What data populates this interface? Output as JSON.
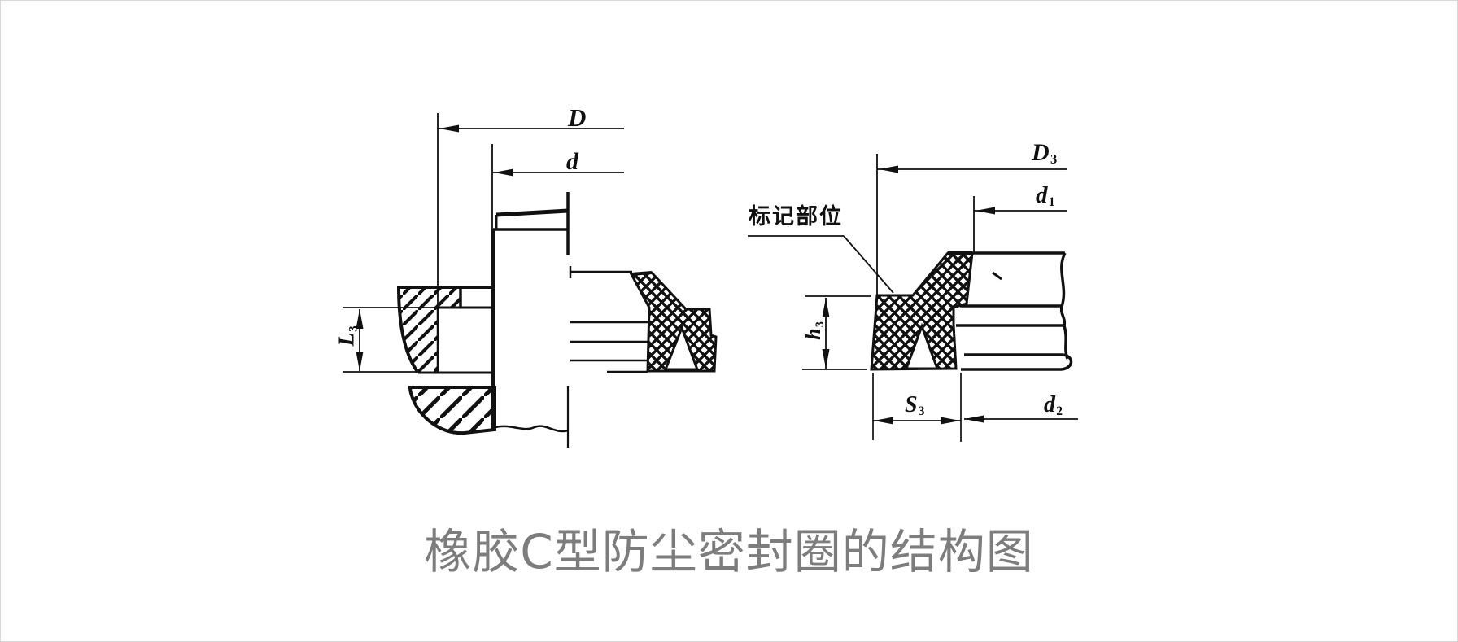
{
  "theme": {
    "line_color": "#111111",
    "title_color": "#7d7d7d",
    "bg_color": "#ffffff",
    "border_color": "#d8d8d8"
  },
  "title": {
    "text": "橡胶C型防尘密封圈的结构图"
  },
  "labels": {
    "D": {
      "base": "D",
      "sub": ""
    },
    "d": {
      "base": "d",
      "sub": ""
    },
    "L3": {
      "base": "L",
      "sub": "3"
    },
    "D3": {
      "base": "D",
      "sub": "3"
    },
    "d1": {
      "base": "d",
      "sub": "1"
    },
    "h3": {
      "base": "h",
      "sub": "3"
    },
    "S3": {
      "base": "S",
      "sub": "3"
    },
    "d2": {
      "base": "d",
      "sub": "2"
    },
    "marking": {
      "text": "标记部位"
    }
  }
}
